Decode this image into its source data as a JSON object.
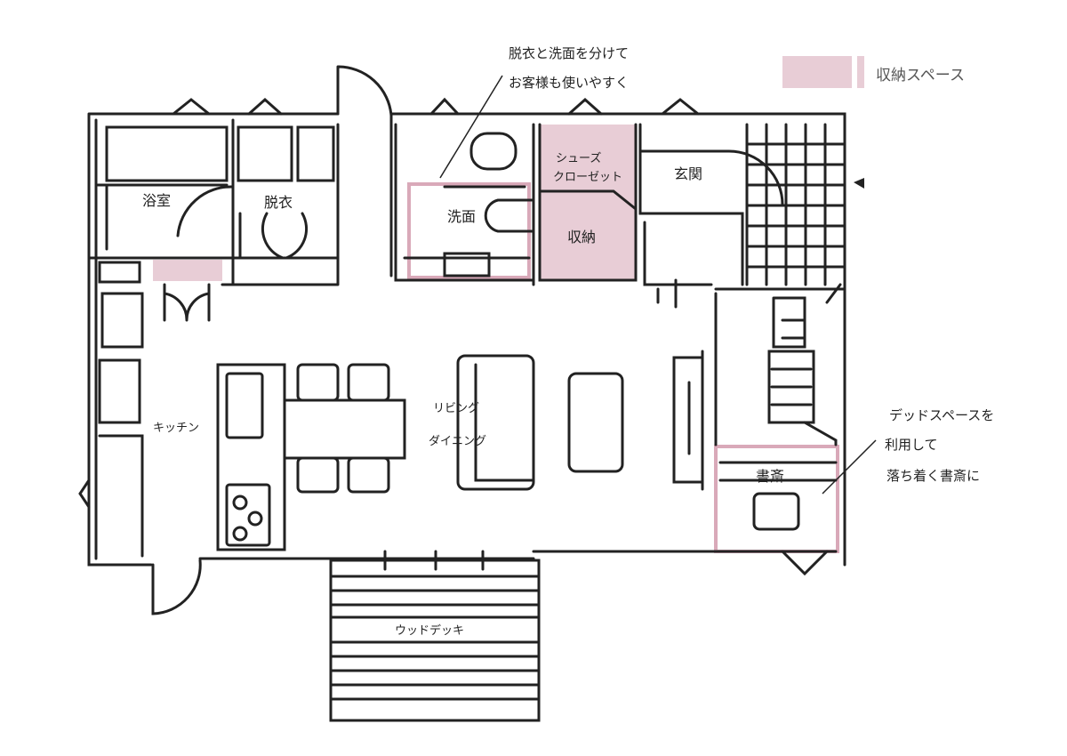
{
  "legend": {
    "label": "収納スペース",
    "color": "#e8cdd6"
  },
  "rooms": {
    "bath": "浴室",
    "dressing": "脱衣",
    "washroom": "洗面",
    "shoe_closet_1": "シューズ",
    "shoe_closet_2": "クローゼット",
    "storage": "収納",
    "entrance": "玄関",
    "kitchen": "キッチン",
    "living": "リビング",
    "dining": "ダイニング",
    "study": "書斎",
    "wood_deck": "ウッドデッキ"
  },
  "notes": {
    "wash_line1": "脱衣と洗面を分けて",
    "wash_line2": "お客様も使いやすく",
    "study_line1": "デッドスペースを",
    "study_line2": "利用して",
    "study_line3": "落ち着く書斎に"
  },
  "colors": {
    "storage": "#e8cdd6",
    "line": "#222222"
  }
}
